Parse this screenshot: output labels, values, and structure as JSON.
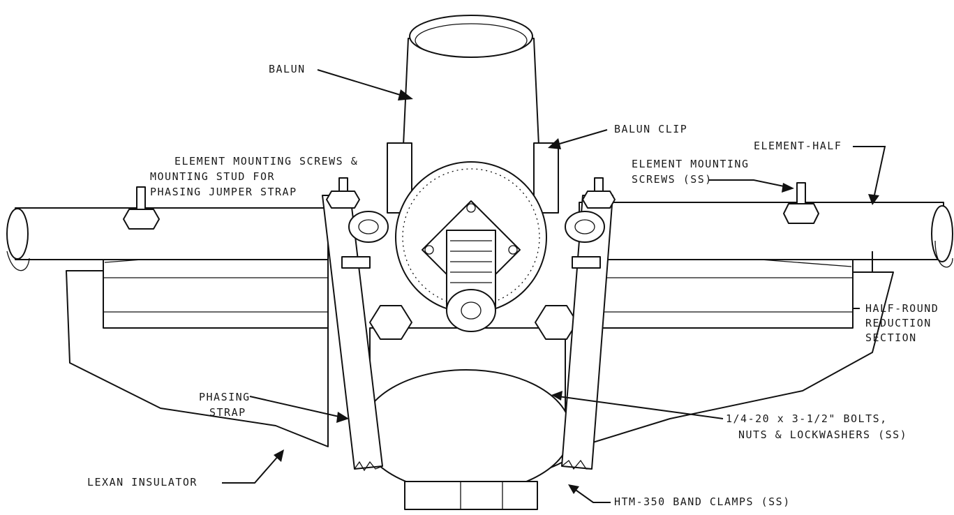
{
  "labels": {
    "balun": "BALUN",
    "balun_clip": "BALUN CLIP",
    "element_half": "ELEMENT-HALF",
    "mounting_screws_left_l1": "ELEMENT MOUNTING SCREWS &",
    "mounting_screws_left_l2": "MOUNTING STUD FOR",
    "mounting_screws_left_l3": "PHASING JUMPER STRAP",
    "mounting_screws_right_l1": "ELEMENT MOUNTING",
    "mounting_screws_right_l2": "SCREWS (SS)",
    "half_round_l1": "HALF-ROUND",
    "half_round_l2": "REDUCTION",
    "half_round_l3": "SECTION",
    "phasing_strap_l1": "PHASING",
    "phasing_strap_l2": "STRAP",
    "bolts_l1": "1/4-20 x 3-1/2\" BOLTS,",
    "bolts_l2": "NUTS & LOCKWASHERS (SS)",
    "lexan_insulator": "LEXAN INSULATOR",
    "band_clamps": "HTM-350 BAND CLAMPS (SS)"
  },
  "colors": {
    "ink": "#111111",
    "paper": "#ffffff"
  }
}
